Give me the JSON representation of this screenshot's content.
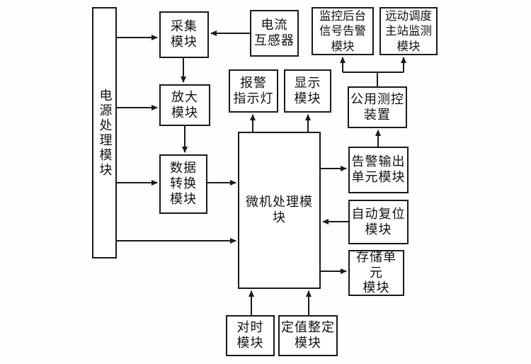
{
  "diagram": {
    "type": "block-diagram",
    "colors": {
      "line": "#1a1a1a",
      "background": "#ffffff",
      "box_fill": "#ffffff",
      "text": "#111111"
    }
  },
  "nodes": {
    "power": {
      "label": "电源处理模块"
    },
    "acquisition": {
      "label": "采集\n模块"
    },
    "current_transformer": {
      "label": "电流\n互感器"
    },
    "monitor_backend": {
      "label": "监控后台\n信号告警\n模块"
    },
    "remote_dispatch": {
      "label": "远动调度\n主站监测\n模块"
    },
    "amplifier": {
      "label": "放大\n模块"
    },
    "alarm_indicator": {
      "label": "报警\n指示灯"
    },
    "display": {
      "label": "显示\n模块"
    },
    "common_measure_control": {
      "label": "公用测控\n装置"
    },
    "data_conversion": {
      "label": "数据\n转换\n模块"
    },
    "mcu": {
      "label": "微机处理模块"
    },
    "alarm_output": {
      "label": "告警输出\n单元模块"
    },
    "auto_reset": {
      "label": "自动复位\n模块"
    },
    "storage": {
      "label": "存储单元\n模块"
    },
    "time_sync": {
      "label": "对时\n模块"
    },
    "value_setting": {
      "label": "定值整定\n模块"
    }
  },
  "connections": [
    {
      "from": "power",
      "to": "acquisition"
    },
    {
      "from": "current_transformer",
      "to": "acquisition"
    },
    {
      "from": "acquisition",
      "to": "amplifier"
    },
    {
      "from": "power",
      "to": "amplifier"
    },
    {
      "from": "amplifier",
      "to": "data_conversion"
    },
    {
      "from": "power",
      "to": "data_conversion"
    },
    {
      "from": "data_conversion",
      "to": "mcu"
    },
    {
      "from": "power",
      "to": "mcu"
    },
    {
      "from": "mcu",
      "to": "alarm_indicator"
    },
    {
      "from": "mcu",
      "to": "display"
    },
    {
      "from": "mcu",
      "to": "alarm_output"
    },
    {
      "from": "alarm_output",
      "to": "common_measure_control"
    },
    {
      "from": "common_measure_control",
      "to": "monitor_backend"
    },
    {
      "from": "common_measure_control",
      "to": "remote_dispatch"
    },
    {
      "from": "auto_reset",
      "to": "mcu"
    },
    {
      "from": "mcu",
      "to": "storage"
    },
    {
      "from": "time_sync",
      "to": "mcu"
    },
    {
      "from": "value_setting",
      "to": "mcu"
    }
  ]
}
